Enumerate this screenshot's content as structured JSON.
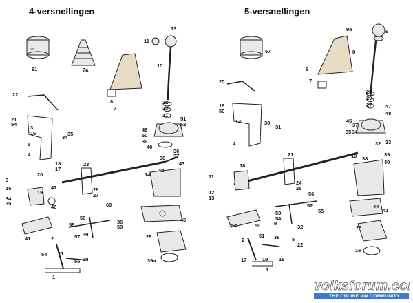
{
  "titles": {
    "left": "4-versnellingen",
    "right": "5-versnellingen"
  },
  "left_labels": [
    "13",
    "11",
    "10",
    "32",
    "33",
    "31",
    "51",
    "52",
    "49",
    "50",
    "36",
    "37",
    "39",
    "40",
    "38",
    "43",
    "42",
    "45",
    "28",
    "39a",
    "22",
    "21",
    "54",
    "3",
    "16",
    "34",
    "35",
    "5",
    "4",
    "18",
    "17",
    "23",
    "3",
    "15",
    "20",
    "47",
    "19",
    "46",
    "35",
    "34",
    "26",
    "27",
    "60",
    "56",
    "59",
    "36",
    "58",
    "57",
    "39",
    "41",
    "2",
    "54",
    "21",
    "55",
    "20",
    "1",
    "61",
    "7a",
    "8",
    "7",
    "14"
  ],
  "right_labels": [
    "9a",
    "9",
    "57",
    "8",
    "6",
    "7",
    "20",
    "28",
    "29",
    "27",
    "47",
    "48",
    "19",
    "50",
    "14",
    "30",
    "31",
    "45",
    "37",
    "35",
    "34",
    "33",
    "32",
    "4",
    "21",
    "18",
    "10",
    "38",
    "39",
    "40",
    "11",
    "24",
    "25",
    "12",
    "13",
    "44",
    "41",
    "36a",
    "56",
    "52",
    "55",
    "53",
    "54",
    "9",
    "50",
    "36",
    "32",
    "51",
    "2",
    "17",
    "19",
    "18",
    "26",
    "16",
    "22",
    "5",
    "1"
  ],
  "logo": {
    "main": "volksforum.com",
    "sub": "THE ONLINE VW COMMUNITY"
  },
  "colors": {
    "boot": "#e6dcc6",
    "logo_bar": "#3a7bd5"
  }
}
